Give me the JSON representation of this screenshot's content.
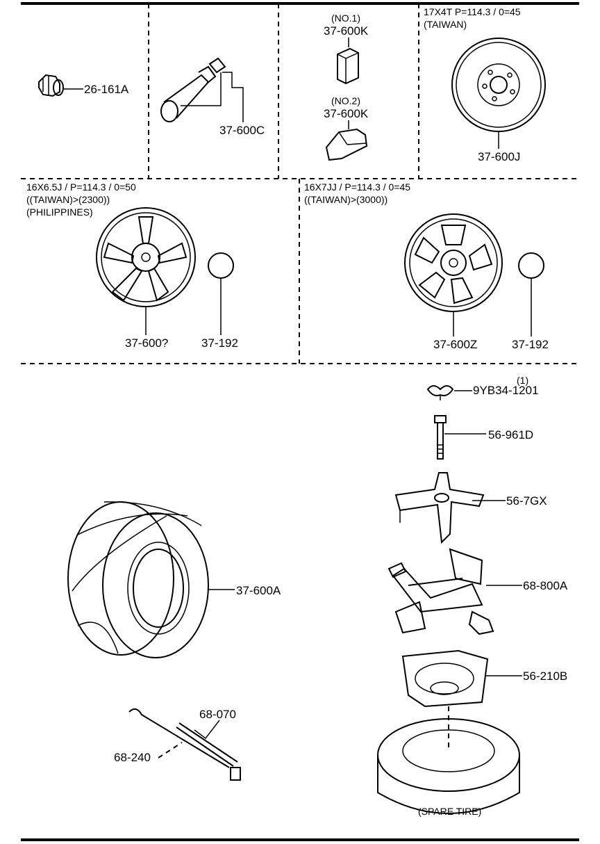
{
  "parts": {
    "lug_nut": "26-161A",
    "valve_stem": "37-600C",
    "sensor_no1_note": "(NO.1)",
    "sensor_no1": "37-600K",
    "sensor_no2_note": "(NO.2)",
    "sensor_no2": "37-600K",
    "spare_wheel": "37-600J",
    "alloy_wheel_a": "37-600?",
    "cap_a": "37-192",
    "alloy_wheel_b": "37-600Z",
    "cap_b": "37-192",
    "wing_nut_qty": "(1)",
    "wing_nut": "9YB34-1201",
    "bolt": "56-961D",
    "bracket": "56-7GX",
    "jack": "68-800A",
    "tray": "56-210B",
    "tire": "37-600A",
    "handle": "68-070",
    "wrench": "68-240",
    "spare_tire_text": "(SPARE  TIRE)"
  },
  "specs": {
    "spare": {
      "line1": "17X4T P=114.3 / 0=45",
      "line2": "(TAIWAN)"
    },
    "wheel_a": {
      "line1": "16X6.5J / P=114.3 / 0=50",
      "line2": "((TAIWAN)>(2300))",
      "line3": "(PHILIPPINES)"
    },
    "wheel_b": {
      "line1": "16X7JJ / P=114.3 / 0=45",
      "line2": "((TAIWAN)>(3000))"
    }
  }
}
